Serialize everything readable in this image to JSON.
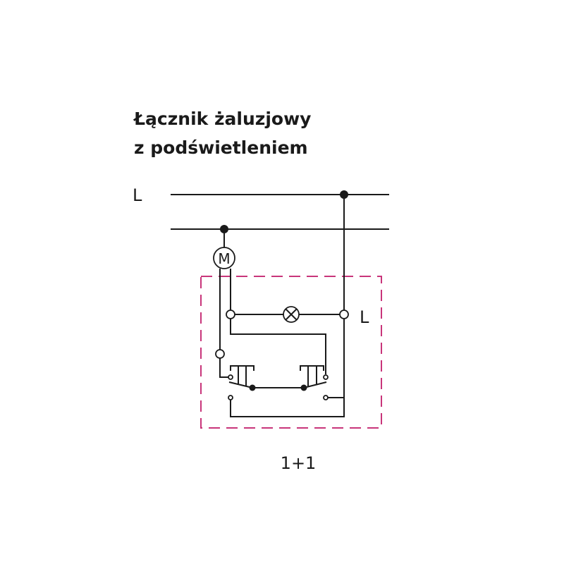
{
  "title": {
    "line1": "Łącznik  żaluzjowy",
    "line2": "z podświetleniem"
  },
  "diagram": {
    "supply_label": "L",
    "motor_label": "M",
    "terminal_label": "L",
    "variant_label": "1+1",
    "frame_color": "#c8357a"
  }
}
